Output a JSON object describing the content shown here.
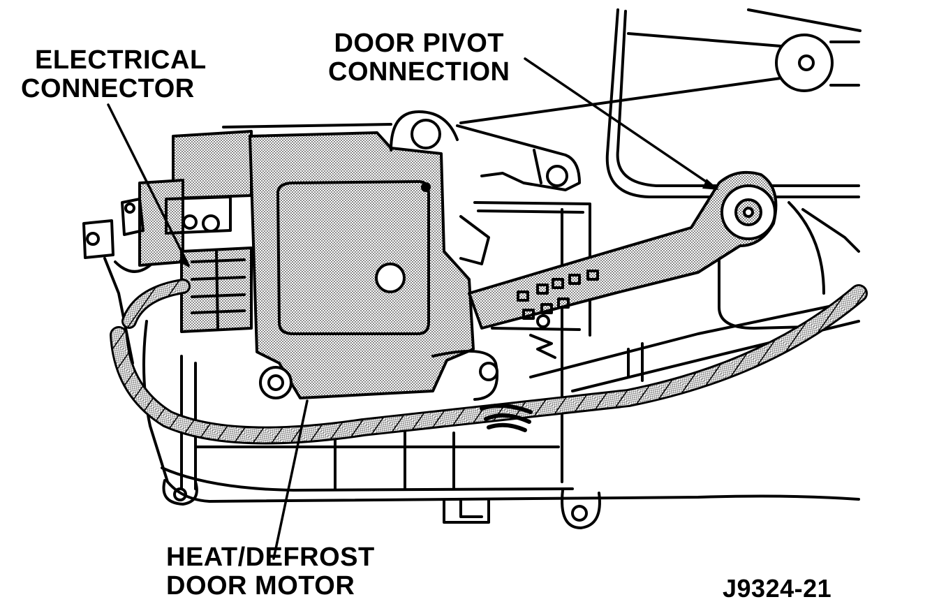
{
  "labels": {
    "electrical_connector": [
      "ELECTRICAL",
      "CONNECTOR"
    ],
    "door_pivot_connection": [
      "DOOR PIVOT",
      "CONNECTION"
    ],
    "heat_defrost_door_motor": [
      "HEAT/DEFROST",
      "DOOR MOTOR"
    ]
  },
  "figure_id": "J9324-21",
  "colors": {
    "ink": "#000000",
    "paper": "#ffffff",
    "shading": "#b9b9b9"
  }
}
